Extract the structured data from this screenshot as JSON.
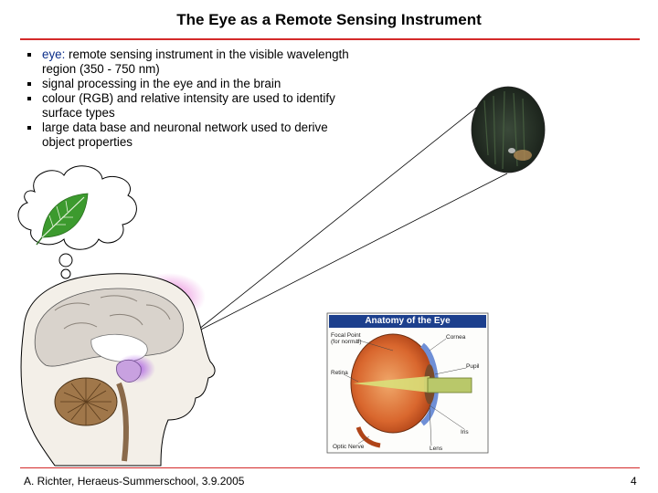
{
  "slide": {
    "title": "The Eye as a Remote Sensing Instrument",
    "bullets": [
      {
        "keyword": "eye:",
        "text": " remote sensing instrument in the visible wavelength region (350 - 750 nm)"
      },
      {
        "keyword": "",
        "text": "signal processing in the eye and in the brain"
      },
      {
        "keyword": "",
        "text": "colour (RGB) and relative intensity are used to identify surface types"
      },
      {
        "keyword": "",
        "text": "large data base and neuronal network used to derive object properties"
      }
    ]
  },
  "anatomy": {
    "title": "Anatomy of the Eye",
    "labels": {
      "focal_point": "Focal Point (for normal)",
      "cornea": "Cornea",
      "pupil": "Pupil",
      "retina": "Retina",
      "iris": "Iris",
      "optic_nerve": "Optic Nerve",
      "lens": "Lens"
    }
  },
  "footer": {
    "author": "A. Richter, Heraeus-Summerschool, 3.9.2005",
    "page": "4"
  },
  "colors": {
    "rule": "#d42a2a",
    "keyword": "#0b2e8a",
    "anatomy_header": "#1c3f8d",
    "leaf": "#3c9a2e"
  },
  "icons": {
    "thought": "thought-bubble-icon",
    "leaf": "leaf-icon",
    "brain": "brain-illustration",
    "target": "forest-scene-image"
  }
}
